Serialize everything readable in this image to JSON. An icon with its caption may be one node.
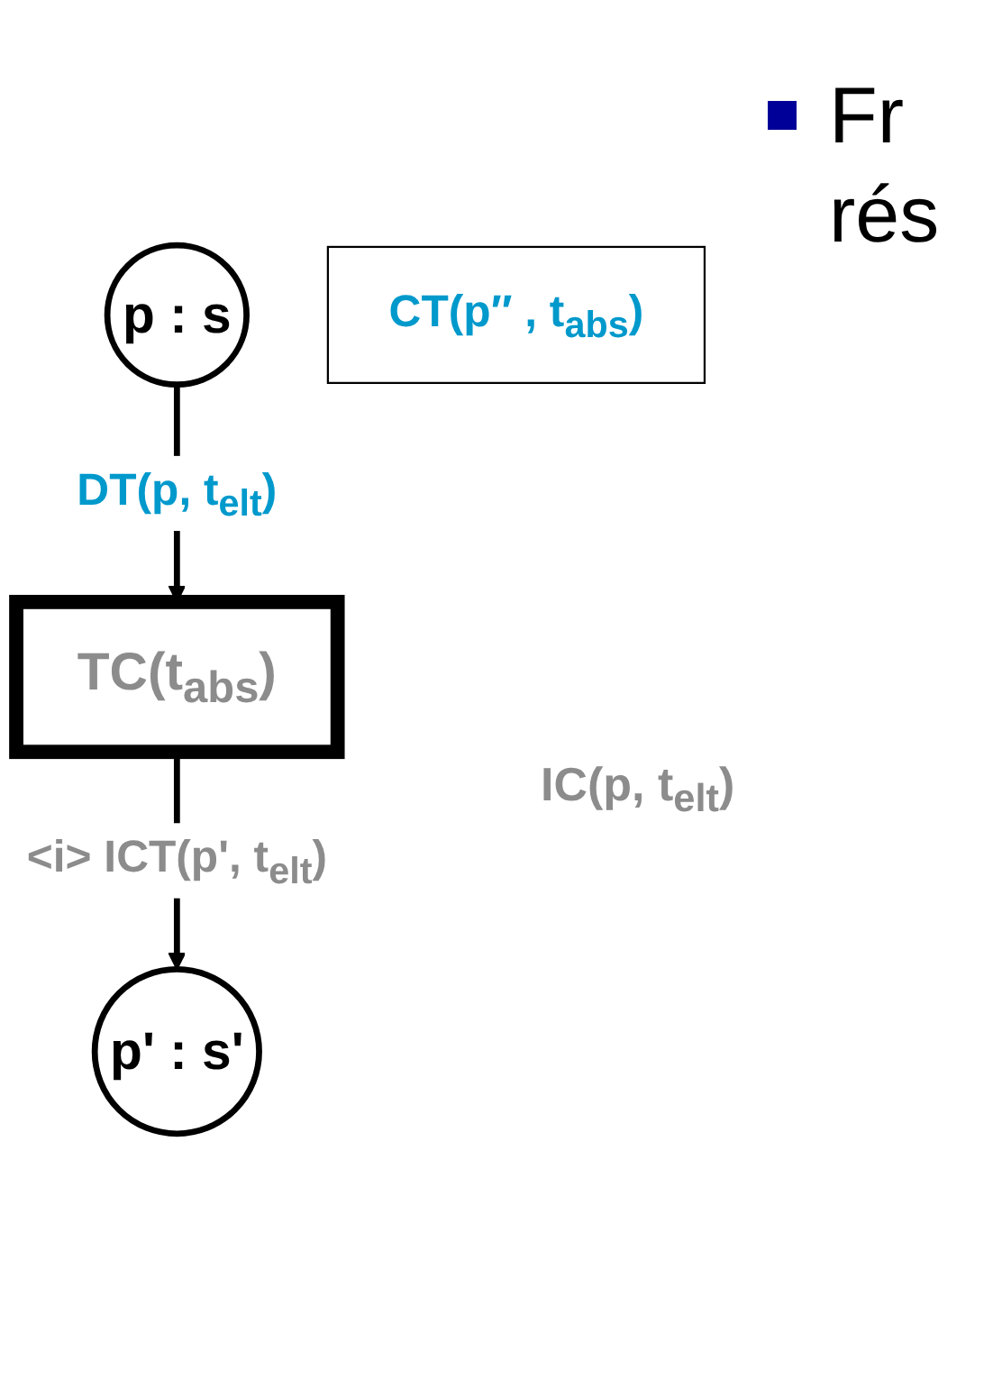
{
  "diagram": {
    "nodes": [
      {
        "text": [
          "p : s"
        ]
      },
      {
        "text": [
          "TC(t$_{abs}$)"
        ]
      },
      {
        "text": [
          "CT(p″ , t$_{abs}$)"
        ]
      },
      {
        "text": [
          "p' : s'"
        ]
      }
    ],
    "edges": [
      {
        "from": 0,
        "to": 1,
        "arrow": "to",
        "label": "DT(p, t$_{elt}$)"
      },
      {
        "from": 1,
        "to": 3,
        "arrow": "to",
        "label": "<i> ICT(p', t$_{elt}$)"
      }
    ],
    "labels": [
      "IC(p, t$_{elt}$)",
      "Fr",
      "rés"
    ]
  }
}
